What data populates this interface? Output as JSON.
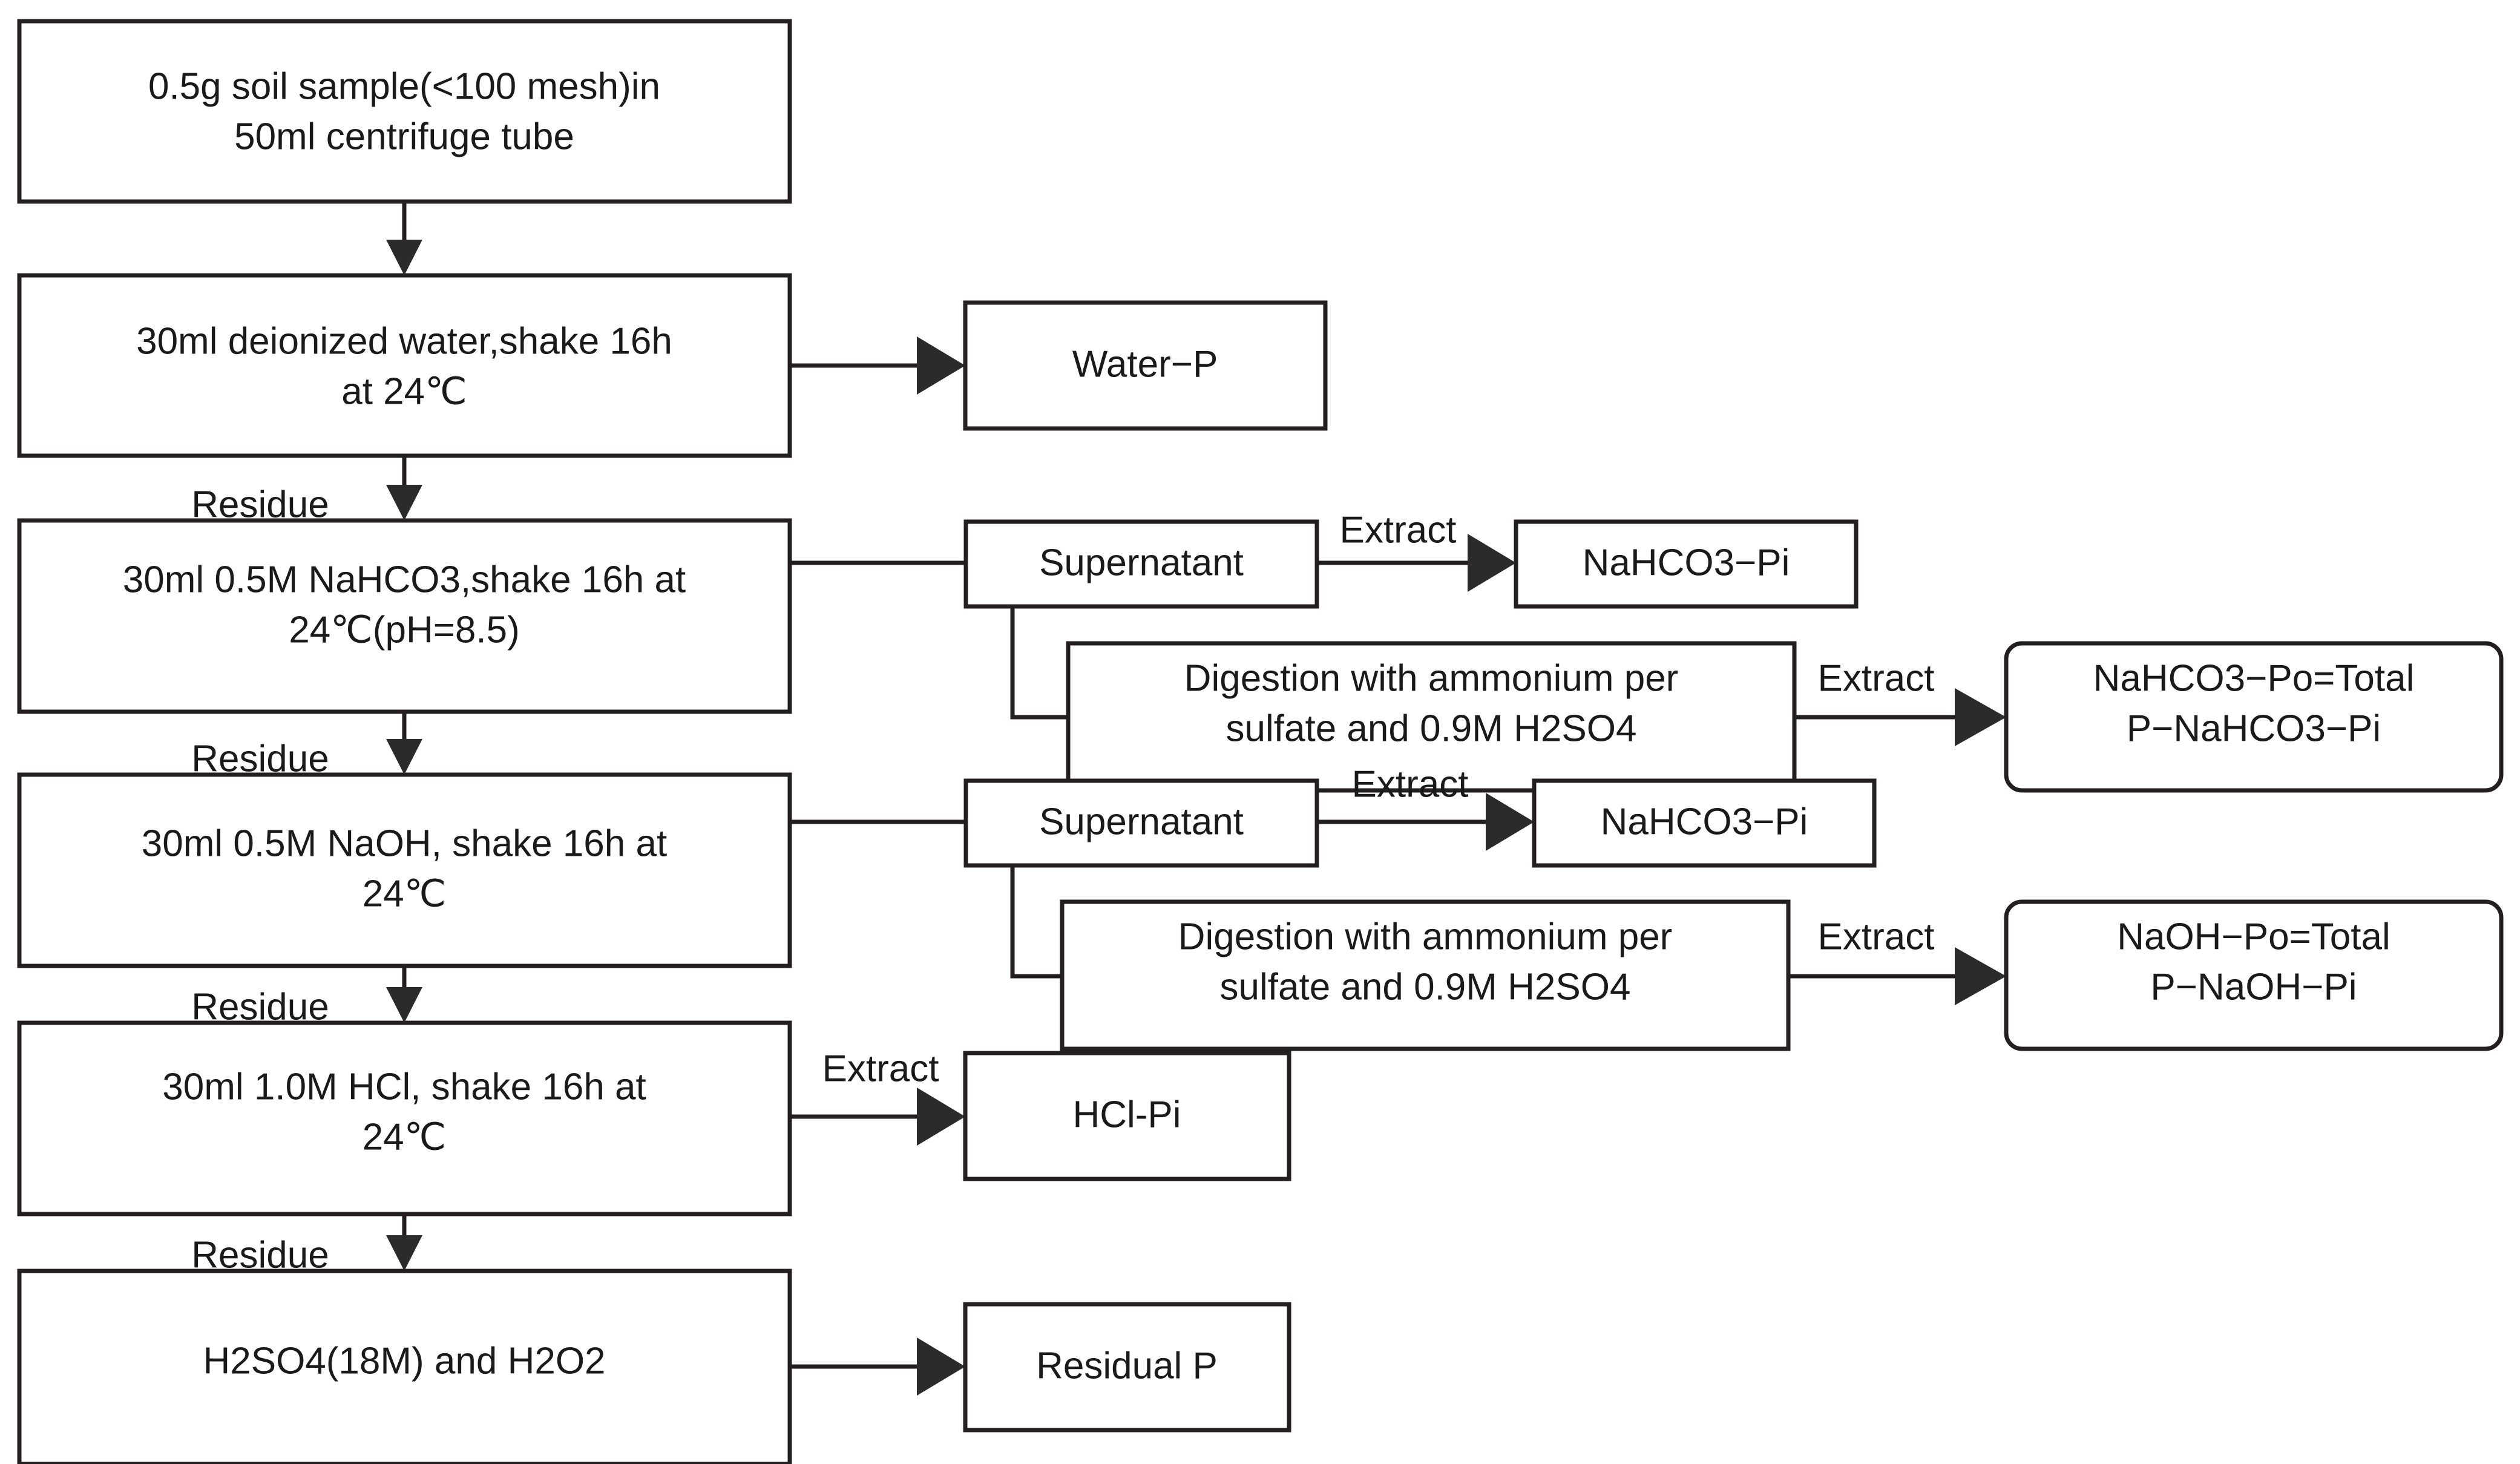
{
  "diagram": {
    "title": "Sequential phosphorus fractionation (Hedley) extraction flowchart",
    "colors": {
      "line": "#231f20",
      "text": "#1a1a1a",
      "background": "#ffffff",
      "arrow": "#2b2b2b"
    }
  },
  "nodes": {
    "soil_sample": {
      "line1": "0.5g soil sample(<100 mesh)in",
      "line2": "50ml centrifuge tube"
    },
    "water_step": {
      "line1": "30ml deionized water,shake 16h",
      "line2": "at 24℃"
    },
    "water_p": {
      "line1": "Water−P"
    },
    "nahco3_step": {
      "line1": "30ml 0.5M NaHCO3,shake 16h at",
      "line2": "24℃(pH=8.5)"
    },
    "supernatant_1": {
      "line1": "Supernatant"
    },
    "nahco3_pi_1": {
      "line1": "NaHCO3−Pi"
    },
    "digestion_1": {
      "line1": "Digestion with ammonium per",
      "line2": "sulfate and 0.9M H2SO4"
    },
    "nahco3_po": {
      "line1": "NaHCO3−Po=Total",
      "line2": "P−NaHCO3−Pi"
    },
    "naoh_step": {
      "line1": "30ml 0.5M NaOH, shake 16h at",
      "line2": "24℃"
    },
    "supernatant_2": {
      "line1": "Supernatant"
    },
    "nahco3_pi_2": {
      "line1": "NaHCO3−Pi"
    },
    "digestion_2": {
      "line1": "Digestion with ammonium per",
      "line2": "sulfate and 0.9M H2SO4"
    },
    "naoh_po": {
      "line1": "NaOH−Po=Total",
      "line2": "P−NaOH−Pi"
    },
    "hcl_step": {
      "line1": "30ml 1.0M HCl,  shake 16h at",
      "line2": "24℃"
    },
    "hcl_pi": {
      "line1": "HCl-Pi"
    },
    "h2so4_step": {
      "line1": "H2SO4(18M) and H2O2"
    },
    "residual_p": {
      "line1": "Residual P"
    }
  },
  "edge_labels": {
    "residue_1": "Residue",
    "residue_2": "Residue",
    "residue_3": "Residue",
    "residue_4": "Residue",
    "extract_nahco3_pi": "Extract",
    "extract_nahco3_po": "Extract",
    "extract_naoh_pi": "Extract",
    "extract_naoh_po": "Extract",
    "extract_hcl": "Extract"
  }
}
